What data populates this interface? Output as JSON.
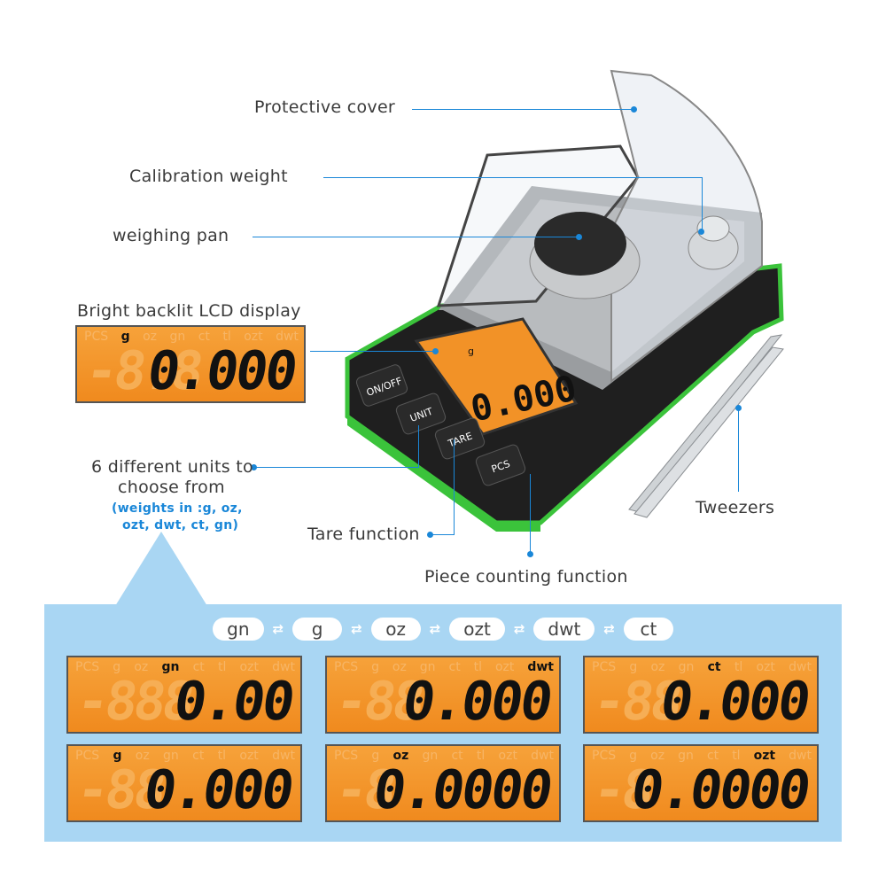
{
  "callouts": {
    "protective_cover": "Protective cover",
    "calibration_weight": "Calibration weight",
    "weighing_pan": "weighing pan",
    "lcd_display": "Bright backlit LCD display",
    "units_line1": "6 different units to",
    "units_line2": "choose from",
    "units_note1": "(weights in :g, oz,",
    "units_note2": "ozt, dwt, ct, gn)",
    "tare_function": "Tare function",
    "piece_counting": "Piece counting function",
    "tweezers": "Tweezers"
  },
  "buttons": {
    "onoff": "ON/OFF",
    "unit": "UNIT",
    "tare": "TARE",
    "pcs": "PCS"
  },
  "unit_labels": [
    "PCS",
    "g",
    "oz",
    "gn",
    "ct",
    "tl",
    "ozt",
    "dwt"
  ],
  "main_display": {
    "unit": "g",
    "value": "0.000",
    "ghost": "-8.8"
  },
  "device_display": {
    "unit": "g",
    "value": "0.000"
  },
  "unit_chips": [
    "gn",
    "g",
    "oz",
    "ozt",
    "dwt",
    "ct"
  ],
  "arrow_symbol": "⇄",
  "displays": [
    {
      "unit": "gn",
      "value": "0.00",
      "ghost": "-888"
    },
    {
      "unit": "dwt",
      "value": "0.000",
      "ghost": "-88"
    },
    {
      "unit": "ct",
      "value": "0.000",
      "ghost": "-88"
    },
    {
      "unit": "g",
      "value": "0.000",
      "ghost": "-88"
    },
    {
      "unit": "oz",
      "value": "0.0000",
      "ghost": "-8"
    },
    {
      "unit": "ozt",
      "value": "0.0000",
      "ghost": "-8"
    }
  ],
  "colors": {
    "accent": "#1a87d8",
    "lcd": "#f29227",
    "panel": "#a9d6f3",
    "trim": "#39c23a"
  }
}
